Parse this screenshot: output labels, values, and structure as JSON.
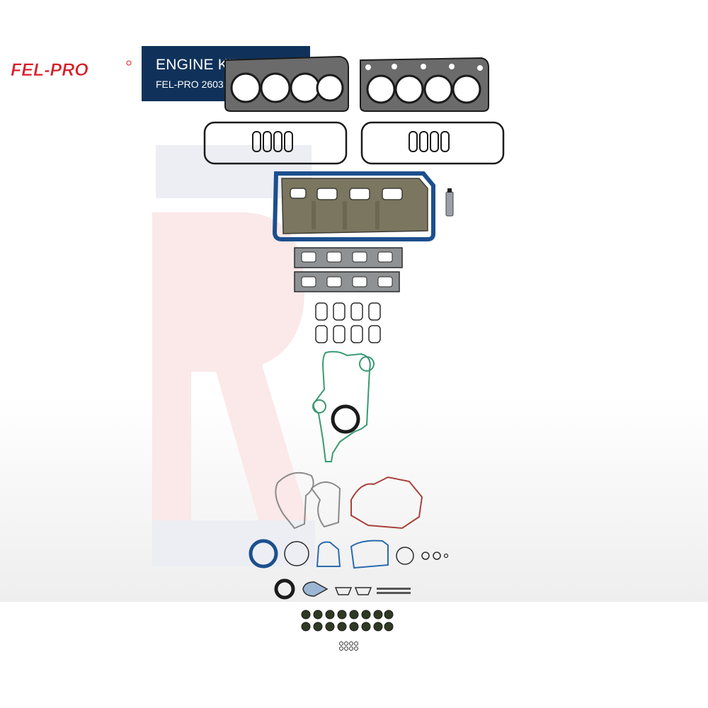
{
  "brand": {
    "logo_text": "FEL-PRO",
    "accent": "#d81e2a"
  },
  "header": {
    "title": "ENGINE KIT GASKET",
    "subtitle": "FEL-PRO 2603145",
    "background": "#10325a"
  },
  "colors": {
    "gasket_dark": "#2b2b2b",
    "oil_pan_blue": "#1c4f8e",
    "timing_green": "#3a9a72",
    "rust_red": "#a9403a",
    "seal_blue": "#2a6bb0"
  }
}
